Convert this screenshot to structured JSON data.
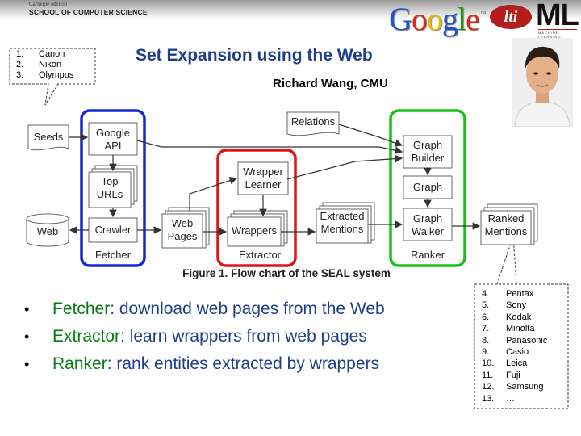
{
  "header": {
    "cmu_label": "Carnegie Mellon",
    "school": "SCHOOL OF COMPUTER SCIENCE",
    "google_letters": [
      {
        "ch": "G",
        "color": "#1f55c6"
      },
      {
        "ch": "o",
        "color": "#d52b1e"
      },
      {
        "ch": "o",
        "color": "#e8b90b"
      },
      {
        "ch": "g",
        "color": "#1f55c6"
      },
      {
        "ch": "l",
        "color": "#27921a"
      },
      {
        "ch": "e",
        "color": "#d52b1e"
      }
    ],
    "google_tm": "™",
    "lti": "lti",
    "ml": "ML",
    "ml_sub": "MACHINE LEARNING DEPARTMENT"
  },
  "seed_list": {
    "numbers": [
      "1.",
      "2.",
      "3."
    ],
    "items": [
      "Canon",
      "Nikon",
      "Olympus"
    ]
  },
  "slide": {
    "title": "Set Expansion using the Web",
    "author": "Richard Wang, CMU"
  },
  "diagram": {
    "seeds": "Seeds",
    "web": "Web",
    "google_api": [
      "Google",
      "API"
    ],
    "top_urls": [
      "Top",
      "URLs"
    ],
    "crawler": "Crawler",
    "fetcher": "Fetcher",
    "web_pages": [
      "Web",
      "Pages"
    ],
    "wrapper_learner": [
      "Wrapper",
      "Learner"
    ],
    "wrappers": "Wrappers",
    "extractor": "Extractor",
    "extracted_mentions": [
      "Extracted",
      "Mentions"
    ],
    "relations": "Relations",
    "graph_builder": [
      "Graph",
      "Builder"
    ],
    "graph": "Graph",
    "graph_walker": [
      "Graph",
      "Walker"
    ],
    "ranker": "Ranker",
    "ranked_mentions": [
      "Ranked",
      "Mentions"
    ],
    "caption": "Figure 1. Flow chart of the SEAL system",
    "colors": {
      "fetcher": "#1428d2",
      "extractor": "#e01414",
      "ranker": "#16c016"
    }
  },
  "bullets": [
    {
      "key": "Fetcher",
      "rest": ": download web pages from the Web"
    },
    {
      "key": "Extractor",
      "rest": ": learn wrappers from web pages"
    },
    {
      "key": "Ranker",
      "rest": ": rank entities extracted by wrappers"
    }
  ],
  "bullet_symbol": "•",
  "results": {
    "numbers": [
      "4.",
      "5.",
      "6.",
      "7.",
      "8.",
      "9.",
      "10.",
      "11.",
      "12.",
      "13."
    ],
    "items": [
      "Pentax",
      "Sony",
      "Kodak",
      "Minolta",
      "Panasonic",
      "Casio",
      "Leica",
      "Fuji",
      "Samsung",
      "…"
    ]
  }
}
